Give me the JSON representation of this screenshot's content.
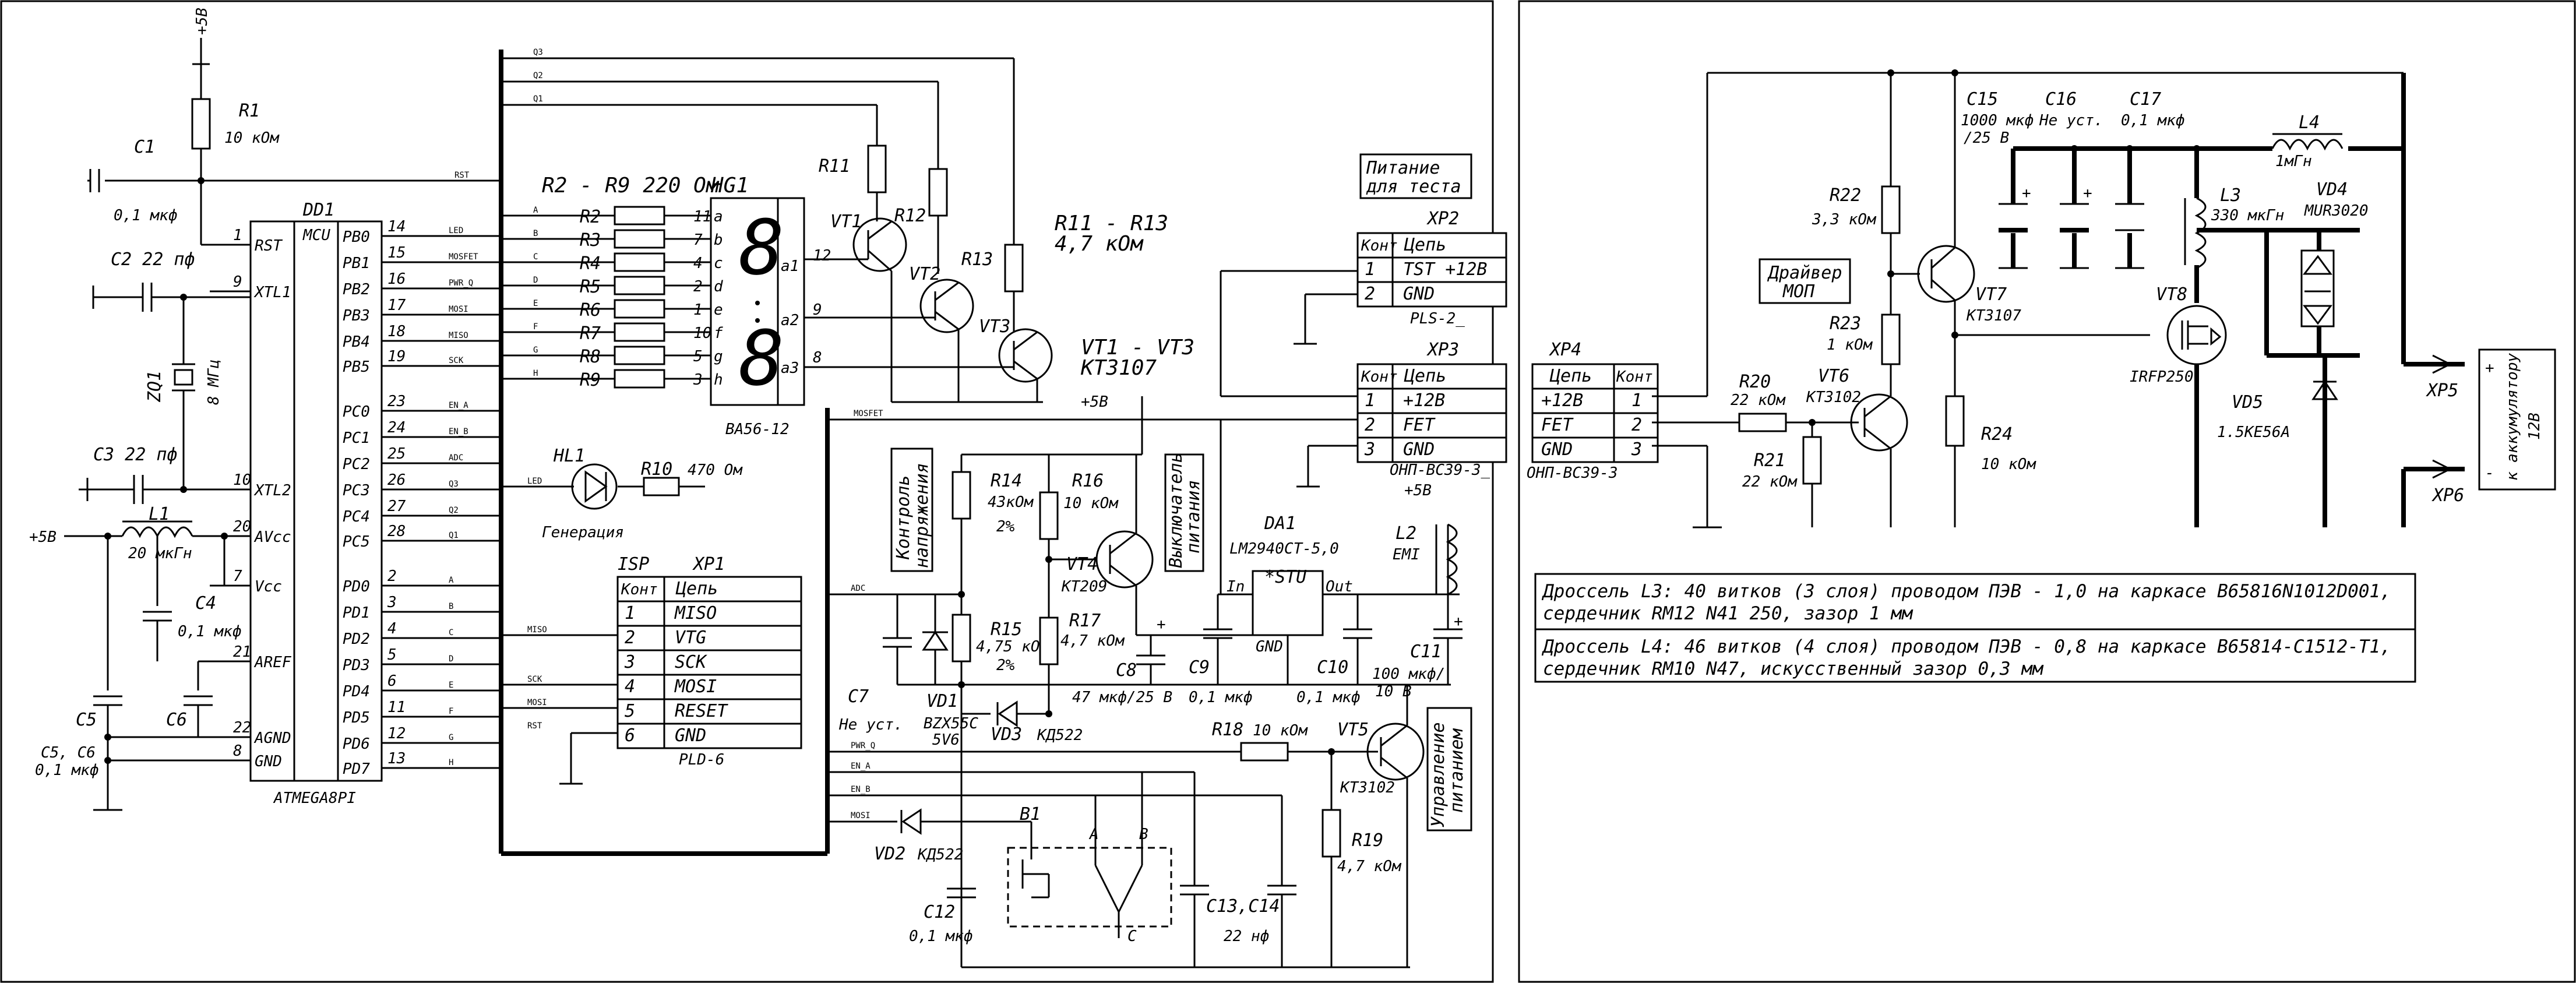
{
  "mcu": {
    "ref": "DD1",
    "name": "MCU",
    "part": "ATMEGA8PI",
    "left_pins": [
      {
        "num": "1",
        "name": "RST"
      },
      {
        "num": "9",
        "name": "XTL1"
      },
      {
        "num": "10",
        "name": "XTL2"
      },
      {
        "num": "20",
        "name": "AVcc"
      },
      {
        "num": "7",
        "name": "Vcc"
      },
      {
        "num": "21",
        "name": "AREF"
      },
      {
        "num": "22",
        "name": "AGND"
      },
      {
        "num": "8",
        "name": "GND"
      }
    ],
    "right_pins": [
      {
        "num": "14",
        "name": "PB0",
        "net": "LED"
      },
      {
        "num": "15",
        "name": "PB1",
        "net": "MOSFET"
      },
      {
        "num": "16",
        "name": "PB2",
        "net": "PWR_Q"
      },
      {
        "num": "17",
        "name": "PB3",
        "net": "MOSI"
      },
      {
        "num": "18",
        "name": "PB4",
        "net": "MISO"
      },
      {
        "num": "19",
        "name": "PB5",
        "net": "SCK"
      },
      {
        "num": "23",
        "name": "PC0",
        "net": "EN_A"
      },
      {
        "num": "24",
        "name": "PC1",
        "net": "EN_B"
      },
      {
        "num": "25",
        "name": "PC2",
        "net": "ADC"
      },
      {
        "num": "26",
        "name": "PC3",
        "net": "Q3"
      },
      {
        "num": "27",
        "name": "PC4",
        "net": "Q2"
      },
      {
        "num": "28",
        "name": "PC5",
        "net": "Q1"
      },
      {
        "num": "2",
        "name": "PD0",
        "net": "A"
      },
      {
        "num": "3",
        "name": "PD1",
        "net": "B"
      },
      {
        "num": "4",
        "name": "PD2",
        "net": "C"
      },
      {
        "num": "5",
        "name": "PD3",
        "net": "D"
      },
      {
        "num": "6",
        "name": "PD4",
        "net": "E"
      },
      {
        "num": "11",
        "name": "PD5",
        "net": "F"
      },
      {
        "num": "12",
        "name": "PD6",
        "net": "G"
      },
      {
        "num": "13",
        "name": "PD7",
        "net": "H"
      }
    ]
  },
  "labels": {
    "plus5v": "+5В",
    "r1": "R1",
    "r1v": "10 кОм",
    "c1": "C1",
    "c1v": "0,1 мкф",
    "c2": "C2 22 пф",
    "zq1": "ZQ1",
    "zq1v": "8 МГц",
    "c3": "C3 22 пф",
    "l1": "L1",
    "l1v": "20 мкГн",
    "c4": "C4",
    "c4v": "0,1 мкф",
    "c5": "C5",
    "c6": "C6",
    "c56": "C5, C6",
    "c56v": "0,1 мкф",
    "r2r9": "R2 - R9 220 Ом",
    "hg1": "HG1",
    "hg1p": "BA56-12",
    "r11r13": "R11 - R13",
    "r11r13v": "4,7 кОм",
    "vt13": "VT1 - VT3",
    "vt13v": "KT3107",
    "r11": "R11",
    "r12": "R12",
    "r13": "R13",
    "vt1": "VT1",
    "vt2": "VT2",
    "vt3": "VT3",
    "plus5v_b": "+5В",
    "hl1": "HL1",
    "hl1v": "Генерация",
    "r10": "R10",
    "r10v": "470 Ом",
    "isp": "ISP",
    "xp1": "XP1",
    "xp1p": "PLD-6",
    "kont": "Конт",
    "cep": "Цепь",
    "xp1_rows": [
      [
        "1",
        "MISO"
      ],
      [
        "2",
        "VTG"
      ],
      [
        "3",
        "SCK"
      ],
      [
        "4",
        "MOSI"
      ],
      [
        "5",
        "RESET"
      ],
      [
        "6",
        "GND"
      ]
    ],
    "xp2": "XP2",
    "xp2p": "PLS-2_",
    "xp2_rows": [
      [
        "1",
        "TST +12В"
      ],
      [
        "2",
        "GND"
      ]
    ],
    "test": "Питание",
    "test2": "для теста",
    "xp3": "XP3",
    "xp3p": "ОНП-ВС39-3_",
    "xp3_rows": [
      [
        "1",
        "+12В"
      ],
      [
        "2",
        "FET"
      ],
      [
        "3",
        "GND"
      ]
    ],
    "r14": "R14",
    "r14v": "43кОм",
    "r14t": "2%",
    "r16": "R16",
    "r16v": "10 кОм",
    "r15": "R15",
    "r15v": "4,75 кОм",
    "r15t": "2%",
    "r17": "R17",
    "r17v": "4,7 кОм",
    "vt4": "VT4",
    "vt4v": "KT209",
    "ctl1": "Контроль",
    "ctl2": "напряжения",
    "sw1": "Выключатель",
    "sw2": "питания",
    "c7": "C7",
    "c7v": "Не уст.",
    "vd1": "VD1",
    "vd1v": "BZX55C",
    "vd1v2": "5V6",
    "vd3": "VD3",
    "vd3v": "КД522",
    "c8": "C8",
    "c8v": "47 мкф/25 В",
    "c9": "C9",
    "c9v": "0,1 мкф",
    "c10": "C10",
    "c10v": "0,1 мкф",
    "da1": "DA1",
    "da1v": "LM2940CT-5,0",
    "stu": "*STU",
    "in": "In",
    "out": "Out",
    "gnd": "GND",
    "l2": "L2",
    "l2v": "EMI",
    "c11": "C11",
    "c11v": "100 мкф/",
    "c11v2": "10 В",
    "plus5v_c": "+5В",
    "r18": "R18",
    "r18v": "10 кОм",
    "vt5": "VT5",
    "vt5v": "KT3102",
    "r19": "R19",
    "r19v": "4,7 кОм",
    "pwr1": "Управление",
    "pwr2": "питанием",
    "vd2": "VD2",
    "vd2v": "КД522",
    "b1": "B1",
    "a": "A",
    "b": "B",
    "c": "C",
    "c12": "C12",
    "c12v": "0,1 мкф",
    "c1314": "C13,C14",
    "c1314v": "22 нф",
    "xp4": "XP4",
    "xp4p": "ОНП-ВС39-3",
    "xp4_rows": [
      [
        "+12В",
        "1"
      ],
      [
        "FET",
        "2"
      ],
      [
        "GND",
        "3"
      ]
    ],
    "r20": "R20",
    "r20v": "22 кОм",
    "r21": "R21",
    "r21v": "22 кОм",
    "vt6": "VT6",
    "vt6v": "KT3102",
    "drv1": "Драйвер",
    "drv2": "МОП",
    "r22": "R22",
    "r22v": "3,3 кОм",
    "r23": "R23",
    "r23v": "1 кОм",
    "vt7": "VT7",
    "vt7v": "KT3107",
    "r24": "R24",
    "r24v": "10 кОм",
    "c15": "C15",
    "c15v": "1000 мкф",
    "c15v2": "/25 В",
    "c16": "C16",
    "c16v": "Не уст.",
    "c17": "C17",
    "c17v": "0,1 мкф",
    "l4": "L4",
    "l4v": "1мГн",
    "l3": "L3",
    "l3v": "330 мкГн",
    "vd4": "VD4",
    "vd4v": "MUR3020",
    "vt8": "VT8",
    "vt8v": "IRFP250",
    "vd5": "VD5",
    "vd5v": "1.5KE56A",
    "xp5": "XP5",
    "xp6": "XP6",
    "bat": "к аккумулятору",
    "bat2": "12В",
    "plus": "+",
    "minus": "-",
    "note1a": "Дроссель L3: 40 витков (3 слоя) проводом ПЭВ - 1,0 на каркасе B65816N1012D001,",
    "note1b": "сердечник RM12 N41 250, зазор 1 мм",
    "note2a": "Дроссель L4: 46 витков (4 слоя) проводом ПЭВ - 0,8 на каркасе B65814-C1512-T1,",
    "note2b": "сердечник RM10 N47, искусственный зазор 0,3 мм",
    "rst": "RST",
    "led": "LED",
    "adc": "ADC",
    "mosfet": "MOSFET",
    "pwrq": "PWR_Q",
    "ena": "EN_A",
    "enb": "EN_B",
    "mosi": "MOSI",
    "sck": "SCK",
    "miso": "MISO",
    "q1": "Q1",
    "q2": "Q2",
    "q3": "Q3"
  },
  "segments": [
    "a",
    "b",
    "c",
    "d",
    "e",
    "f",
    "g",
    "h"
  ],
  "seg_pins": [
    "11",
    "7",
    "4",
    "2",
    "1",
    "10",
    "5",
    "3"
  ],
  "res_names": [
    "R2",
    "R3",
    "R4",
    "R5",
    "R6",
    "R7",
    "R8",
    "R9"
  ],
  "res_nets": [
    "A",
    "B",
    "C",
    "D",
    "E",
    "F",
    "G",
    "H"
  ],
  "hg_anodes": [
    [
      "a1",
      "12"
    ],
    [
      "a2",
      "9"
    ],
    [
      "a3",
      "8"
    ]
  ]
}
